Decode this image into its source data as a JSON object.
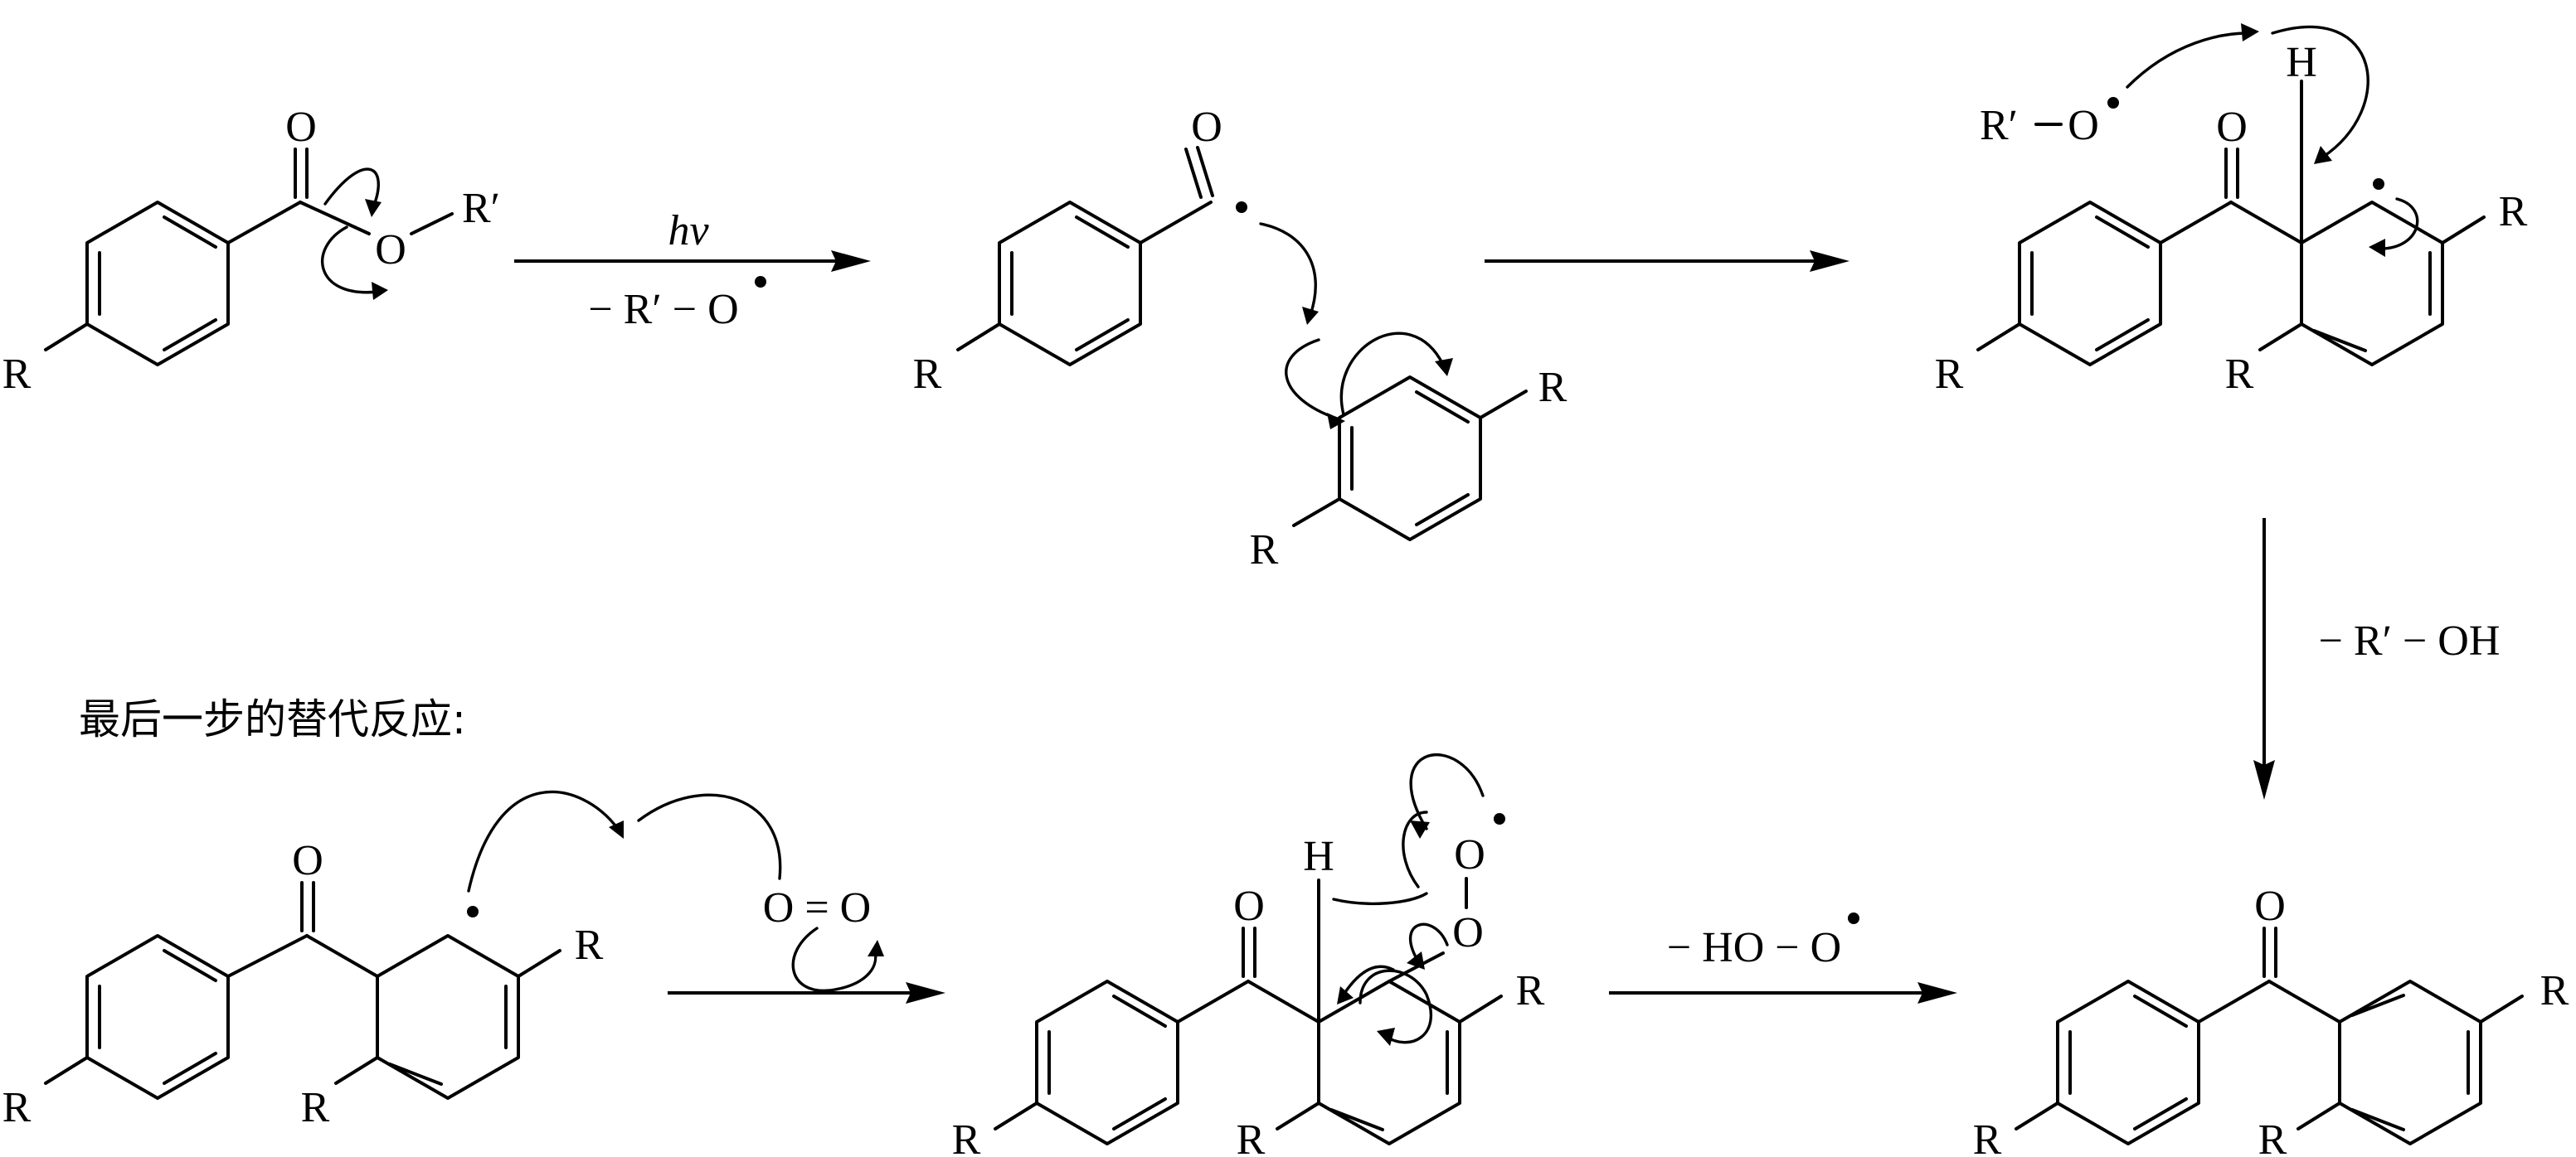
{
  "atoms": {
    "oxygen": "O",
    "hydrogen": "H",
    "substituent": "R",
    "substituent_prime": "R′"
  },
  "step1": {
    "above_arrow": "hν",
    "below_arrow": "− R′ − O"
  },
  "step3": {
    "side_label": "− R′ − OH"
  },
  "final_step": {
    "caption": "最后一步的替代反应:",
    "o2": "O = O",
    "loss_label": "− HO − O"
  }
}
